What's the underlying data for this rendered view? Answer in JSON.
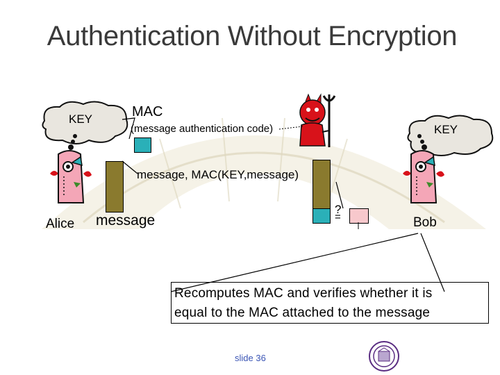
{
  "slide": {
    "title": "Authentication Without Encryption",
    "footer": "slide 36"
  },
  "labels": {
    "key_left": "KEY",
    "key_right": "KEY",
    "mac": "MAC",
    "mac_expansion": "(message authentication code)",
    "channel_message": "message, MAC(KEY,message)",
    "alice": "Alice",
    "alice_message": "message",
    "bob": "Bob",
    "question": "?",
    "equals_mark": "="
  },
  "callout": {
    "line1": "Recomputes MAC and verifies whether it is",
    "line2": "equal to the MAC attached to the message"
  },
  "colors": {
    "mac_box": "#2ab0b8",
    "pink_box": "#f7c8cc",
    "message_bar": "#8a7a2e",
    "devil": "#d8121a",
    "background_fan": "#ece7d3"
  }
}
